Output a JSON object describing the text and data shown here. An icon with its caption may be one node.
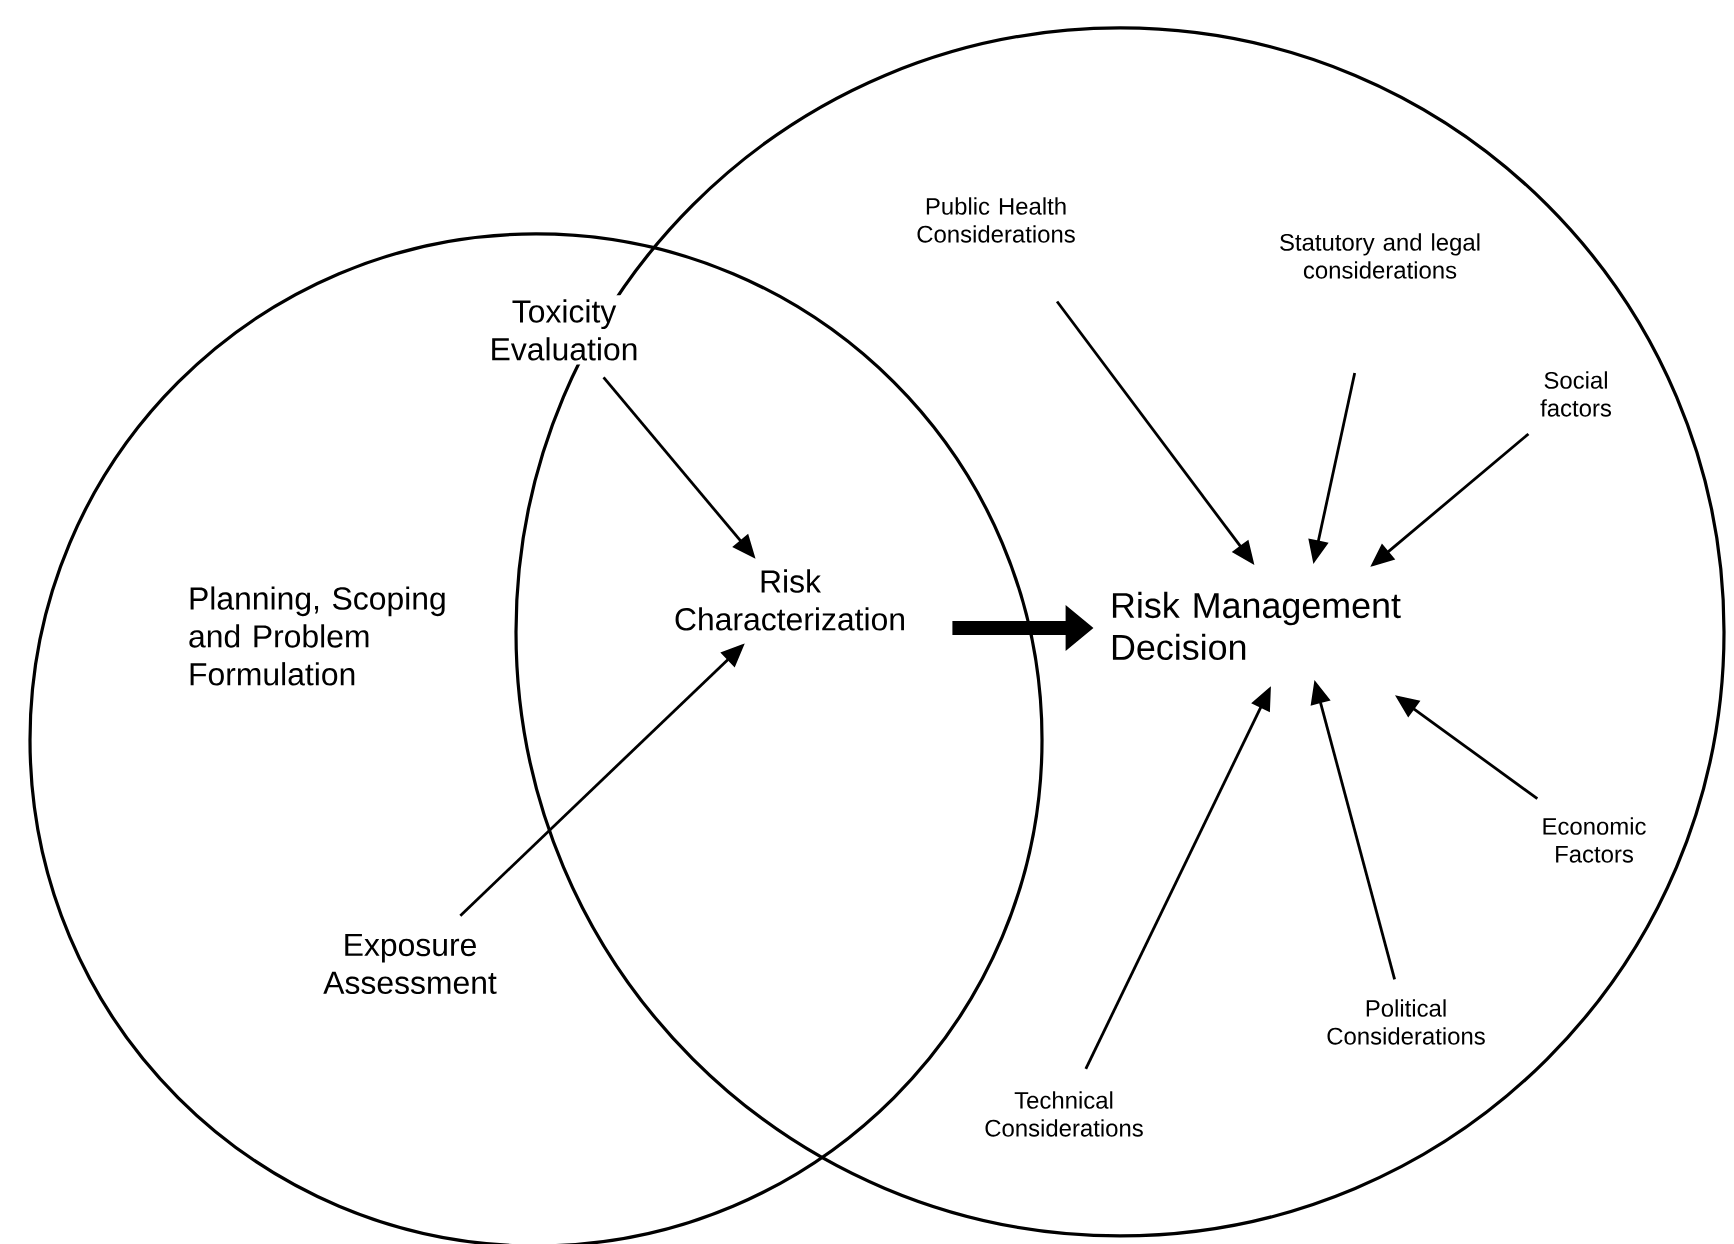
{
  "diagram": {
    "nodes": [
      {
        "text": [],
        "shape": "circle"
      },
      {
        "text": [],
        "shape": "circle"
      },
      {
        "text": [
          "Toxicity Evaluation"
        ],
        "in": 0
      },
      {
        "text": [
          "Planning, Scoping and Problem Formulation"
        ],
        "in": 0
      },
      {
        "text": [
          "Risk Characterization"
        ]
      },
      {
        "text": [
          "Exposure Assessment"
        ],
        "in": 0
      },
      {
        "text": [
          "Risk Management Decision"
        ],
        "in": 1
      },
      {
        "text": [
          "Public Health Considerations"
        ],
        "in": 1
      },
      {
        "text": [
          "Statutory and legal considerations"
        ],
        "in": 1
      },
      {
        "text": [
          "Social factors"
        ],
        "in": 1
      },
      {
        "text": [
          "Economic Factors"
        ],
        "in": 1
      },
      {
        "text": [
          "Political Considerations"
        ],
        "in": 1
      },
      {
        "text": [
          "Technical Considerations"
        ],
        "in": 1
      }
    ],
    "edges": [
      {
        "from": 2,
        "to": 4,
        "arrow": "to"
      },
      {
        "from": 5,
        "to": 4,
        "arrow": "to"
      },
      {
        "from": 4,
        "to": 6,
        "arrow": "to",
        "style": "thick"
      },
      {
        "from": 7,
        "to": 6,
        "arrow": "to"
      },
      {
        "from": 8,
        "to": 6,
        "arrow": "to"
      },
      {
        "from": 9,
        "to": 6,
        "arrow": "to"
      },
      {
        "from": 10,
        "to": 6,
        "arrow": "to"
      },
      {
        "from": 11,
        "to": 6,
        "arrow": "to"
      },
      {
        "from": 12,
        "to": 6,
        "arrow": "to"
      }
    ]
  }
}
